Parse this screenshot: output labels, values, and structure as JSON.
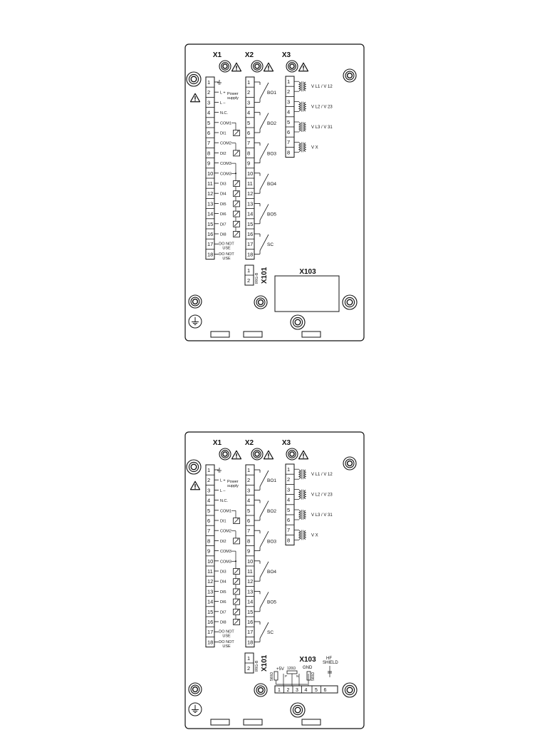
{
  "panels": [
    {
      "name": "panel-top",
      "headers": {
        "x1": "X1",
        "x2": "X2",
        "x3": "X3",
        "x101": "X101",
        "x103": "X103"
      },
      "x1_terminals": [
        "1",
        "2",
        "3",
        "4",
        "5",
        "6",
        "7",
        "8",
        "9",
        "10",
        "11",
        "12",
        "13",
        "14",
        "15",
        "16",
        "17",
        "18"
      ],
      "x1_labels": {
        "l_plus": "L +",
        "l_minus": "L –",
        "power": "Power",
        "supply": "supply",
        "nc": "N.C.",
        "com1": "COM1",
        "di1": "DI1",
        "com2": "COM2",
        "di2": "DI2",
        "com3": "COM3",
        "com3b": "COM3",
        "di3": "DI3",
        "di4": "DI4",
        "di5": "DI5",
        "di6": "DI6",
        "di7": "DI7",
        "di8": "DI8",
        "do_not_1": "DO NOT",
        "use_1": "USE",
        "do_not_2": "DO NOT",
        "use_2": "USE"
      },
      "x2_terminals": [
        "1",
        "2",
        "3",
        "4",
        "5",
        "6",
        "7",
        "8",
        "9",
        "10",
        "11",
        "12",
        "13",
        "14",
        "15",
        "16",
        "17",
        "18"
      ],
      "x2_labels": {
        "bo1": "BO1",
        "bo2": "BO2",
        "bo3": "BO3",
        "bo4": "BO4",
        "bo5": "BO5",
        "sc": "SC"
      },
      "x3_terminals": [
        "1",
        "2",
        "3",
        "4",
        "5",
        "6",
        "7",
        "8"
      ],
      "x3_labels": {
        "v1": "V L1 / V 12",
        "v2": "V L2 / V 23",
        "v3": "V L3 / V 31",
        "vx": "V X"
      },
      "x101_terminals": [
        "1",
        "2"
      ],
      "x101_label": "IRIG-B",
      "x103_detail": null
    },
    {
      "name": "panel-bottom",
      "headers": {
        "x1": "X1",
        "x2": "X2",
        "x3": "X3",
        "x101": "X101",
        "x103": "X103"
      },
      "x1_terminals": [
        "1",
        "2",
        "3",
        "4",
        "5",
        "6",
        "7",
        "8",
        "9",
        "10",
        "11",
        "12",
        "13",
        "14",
        "15",
        "16",
        "17",
        "18"
      ],
      "x1_labels": {
        "l_plus": "L +",
        "l_minus": "L –",
        "power": "Power",
        "supply": "supply",
        "nc": "N.C.",
        "com1": "COM1",
        "di1": "DI1",
        "com2": "COM2",
        "di2": "DI2",
        "com3": "COM3",
        "com3b": "COM3",
        "di3": "DI3",
        "di4": "DI4",
        "di5": "DI5",
        "di6": "DI6",
        "di7": "DI7",
        "di8": "DI8",
        "do_not_1": "DO NOT",
        "use_1": "USE",
        "do_not_2": "DO NOT",
        "use_2": "USE"
      },
      "x2_terminals": [
        "1",
        "2",
        "3",
        "4",
        "5",
        "6",
        "7",
        "8",
        "9",
        "10",
        "11",
        "12",
        "13",
        "14",
        "15",
        "16",
        "17",
        "18"
      ],
      "x2_labels": {
        "bo1": "BO1",
        "bo2": "BO2",
        "bo3": "BO3",
        "bo4": "BO4",
        "bo5": "BO5",
        "sc": "SC"
      },
      "x3_terminals": [
        "1",
        "2",
        "3",
        "4",
        "5",
        "6",
        "7",
        "8"
      ],
      "x3_labels": {
        "v1": "V L1 / V 12",
        "v2": "V L2 / V 23",
        "v3": "V L3 / V 31",
        "vx": "V X"
      },
      "x101_terminals": [
        "1",
        "2"
      ],
      "x101_label": "IRIG-B",
      "x103_detail": {
        "plus5v": "+5V",
        "r560a": "560Ω",
        "r120": "120Ω",
        "gnd": "GND",
        "r560b": "560Ω",
        "p": "P",
        "n": "N",
        "hf": "HF",
        "shield": "SHIELD",
        "terminals": [
          "1",
          "2",
          "3",
          "4",
          "5",
          "6"
        ]
      }
    }
  ],
  "icons": [
    "warning-icon",
    "screw-icon",
    "ground-icon",
    "relay-contact-icon",
    "transformer-icon",
    "optocoupler-icon"
  ]
}
